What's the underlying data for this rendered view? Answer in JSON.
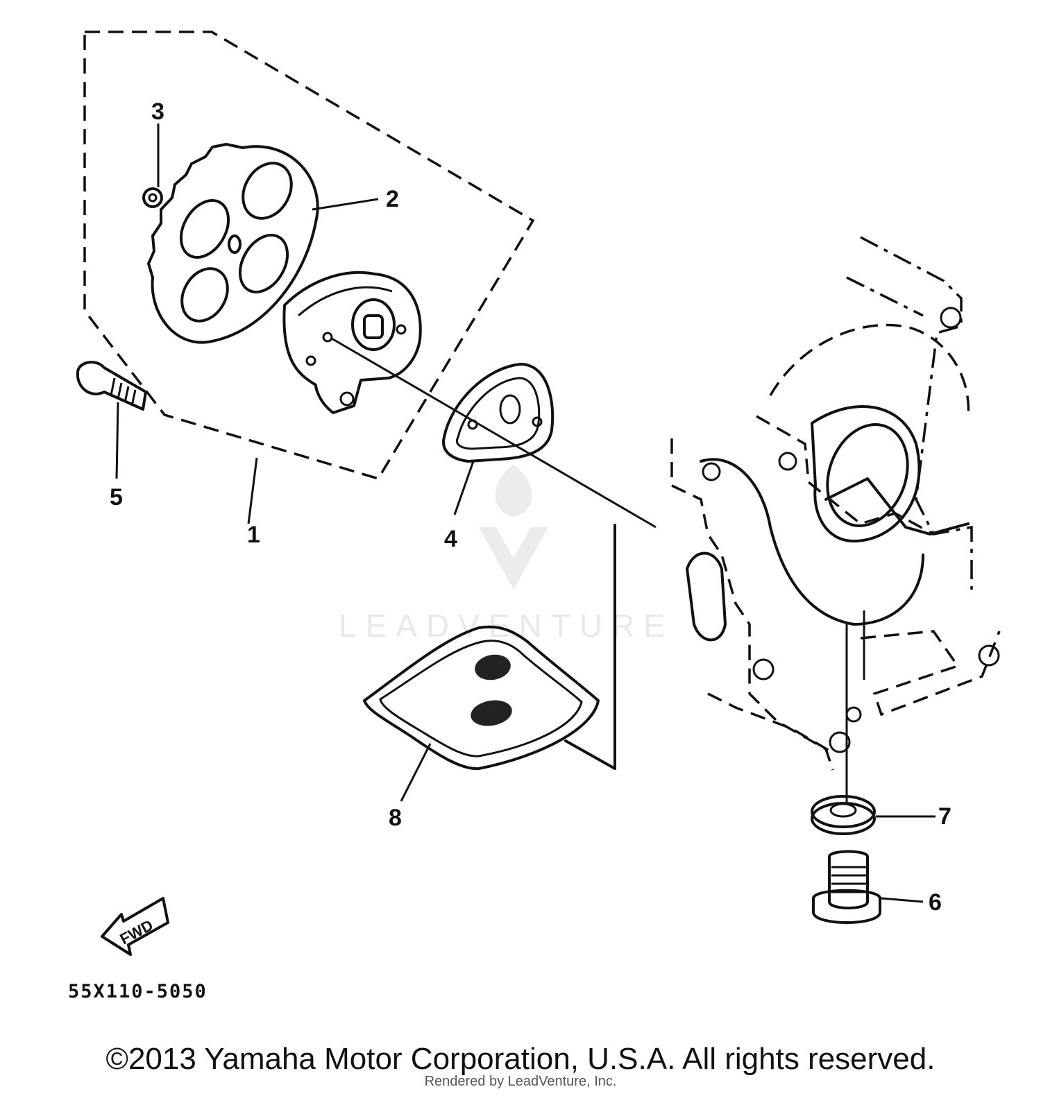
{
  "callouts": {
    "c1": "1",
    "c2": "2",
    "c3": "3",
    "c4": "4",
    "c5": "5",
    "c6": "6",
    "c7": "7",
    "c8": "8"
  },
  "fwd_label": "FWD",
  "diagram_code": "55X110-5050",
  "watermark": "LEADVENTURE",
  "copyright": "©2013 Yamaha Motor Corporation, U.S.A. All rights reserved.",
  "rendered_by": "Rendered by LeadVenture, Inc.",
  "colors": {
    "ink": "#111111",
    "watermark": "#e9e9e9",
    "background": "#ffffff"
  }
}
